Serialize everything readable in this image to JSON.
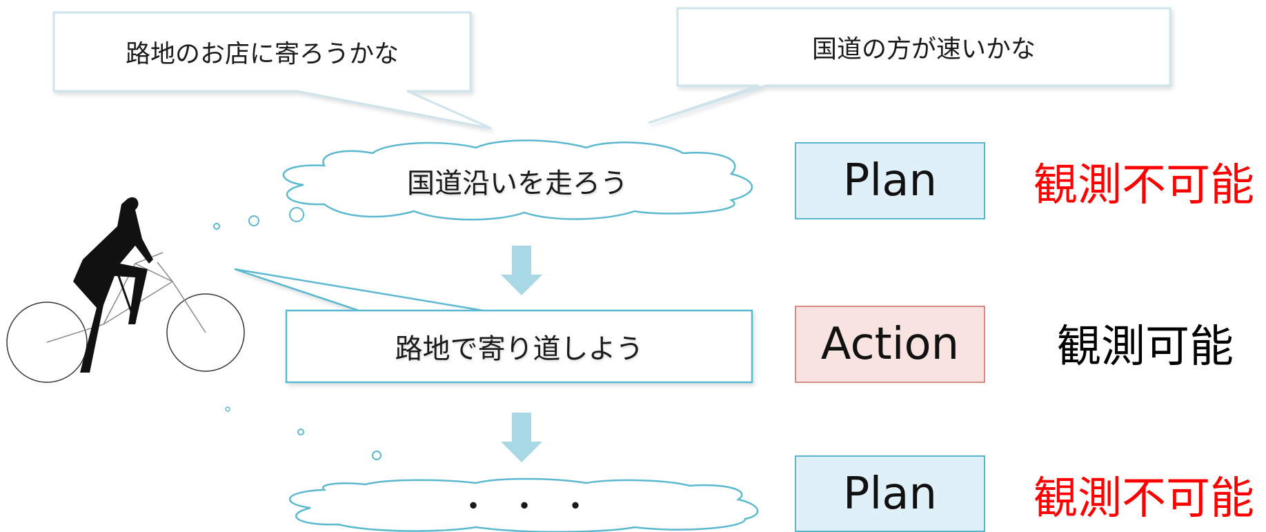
{
  "thought_bubbles": [
    {
      "text": "路地のお店に寄ろうかな"
    },
    {
      "text": "国道の方が速いかな"
    }
  ],
  "flow": [
    {
      "text": "国道沿いを走ろう",
      "shape": "cloud"
    },
    {
      "text": "路地で寄り道しよう",
      "shape": "rectangle"
    },
    {
      "text": "・・・",
      "shape": "cloud"
    }
  ],
  "tags": [
    {
      "label": "Plan",
      "kind": "plan",
      "observability": "観測不可能",
      "observability_color": "#ff0000"
    },
    {
      "label": "Action",
      "kind": "action",
      "observability": "観測可能",
      "observability_color": "#000000"
    },
    {
      "label": "Plan",
      "kind": "plan",
      "observability": "観測不可能",
      "observability_color": "#ff0000"
    }
  ],
  "colors": {
    "outline": "#5ab8cf",
    "arrow": "#a8d8e6",
    "plan_fill": "#dff0f8",
    "action_fill": "#f8e3e1"
  },
  "icons": {
    "cyclist": "cyclist-silhouette-icon"
  }
}
